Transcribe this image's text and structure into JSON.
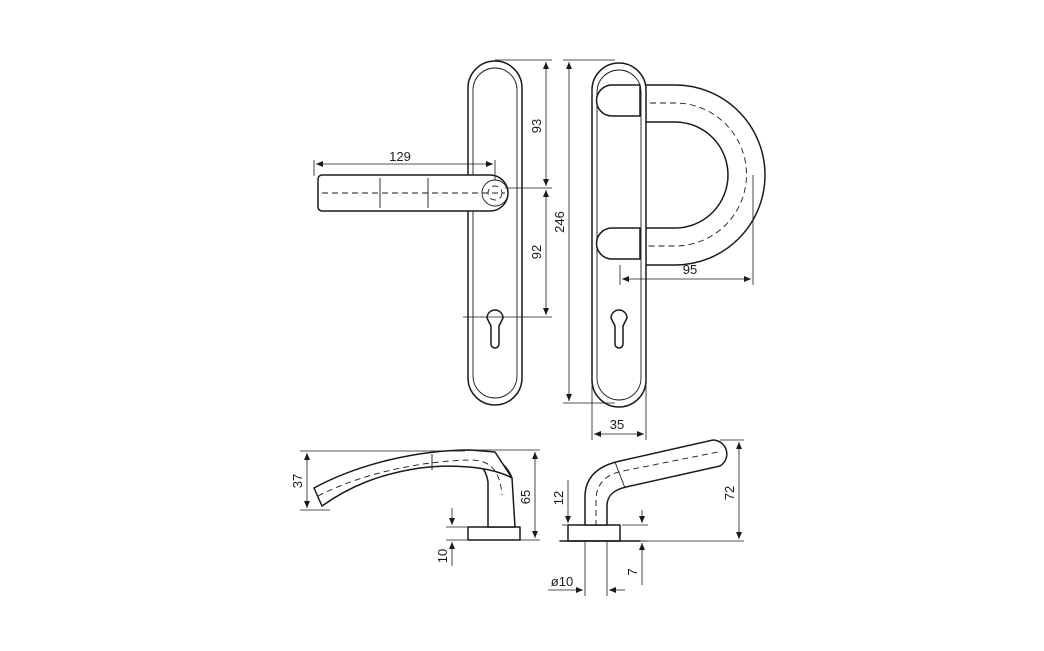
{
  "dimensions": {
    "lever_length": "129",
    "upper_pitch": "93",
    "lower_pitch": "92",
    "total_height": "246",
    "pull_projection": "95",
    "plate_width": "35",
    "lever_drop": "37",
    "lever_height": "65",
    "rose_thickness": "10",
    "grip_height": "12",
    "pull_height": "72",
    "bar_diameter": "ø10",
    "base_thickness": "7"
  }
}
